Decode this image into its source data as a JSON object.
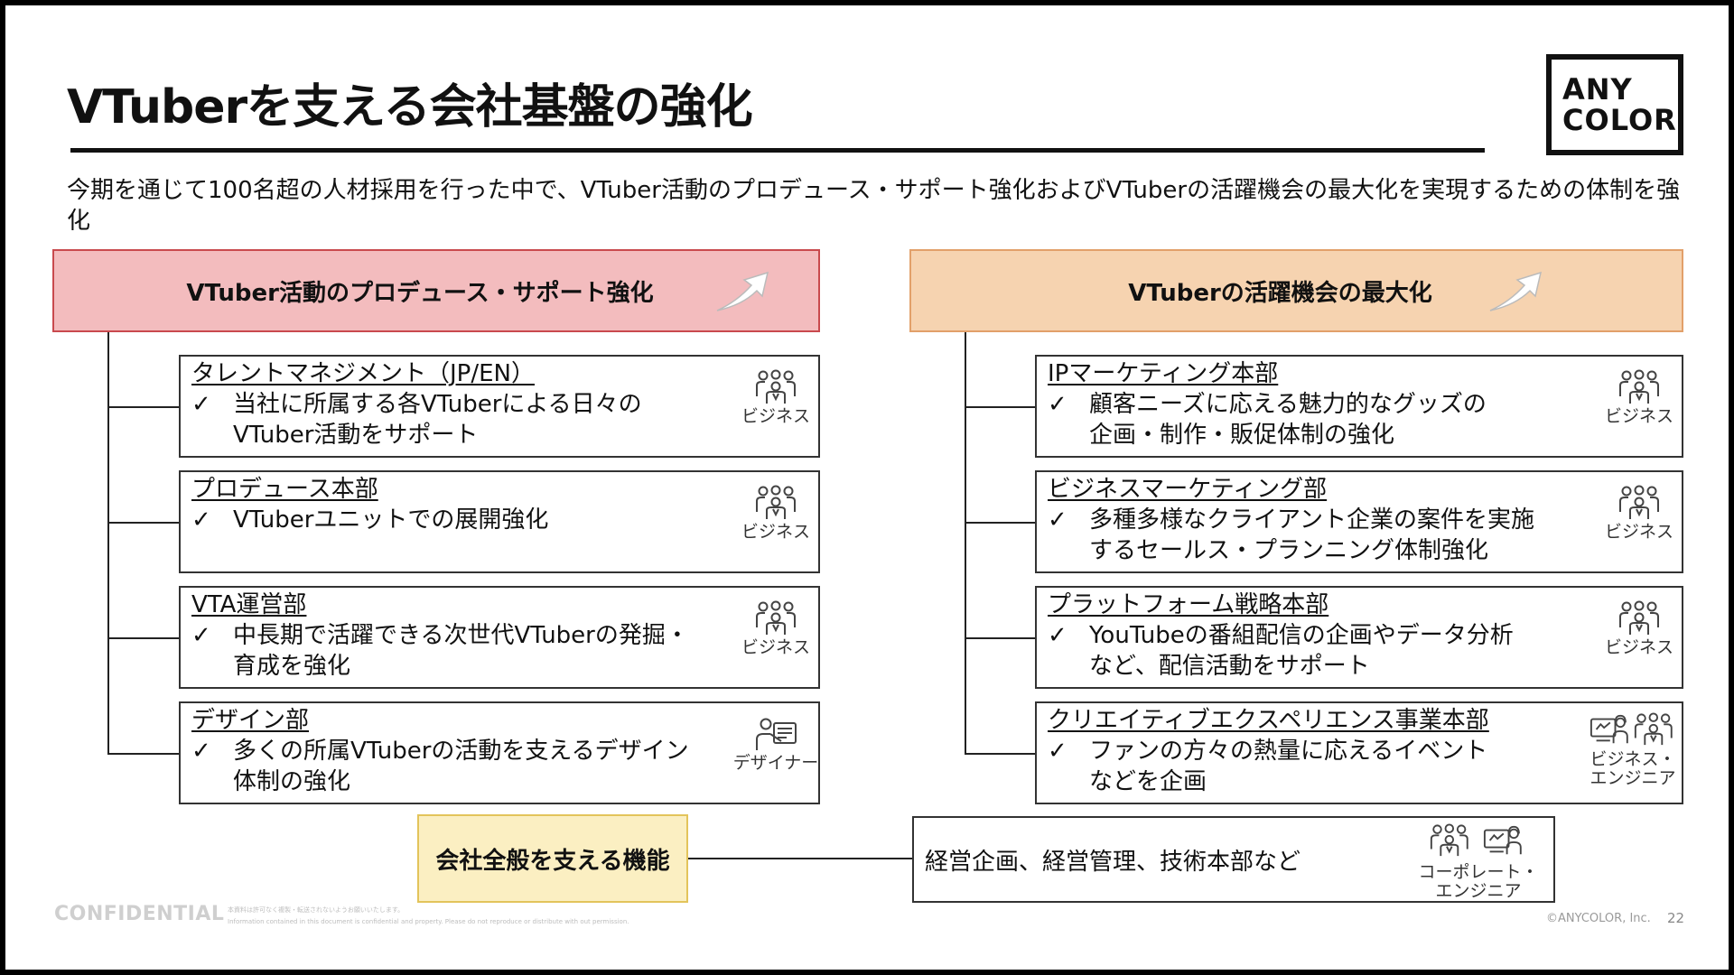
{
  "title": "VTuberを支える会社基盤の強化",
  "logo": {
    "line1": "ANY",
    "line2": "COLOR"
  },
  "lead": "今期を通じて100名超の人材採用を行った中で、VTuber活動のプロデュース・サポート強化およびVTuberの活躍機会の最大化を実現するための体制を強化",
  "left_header": "VTuber活動のプロデュース・サポート強化",
  "right_header": "VTuberの活躍機会の最大化",
  "check_mark": "✓",
  "left_cards": [
    {
      "title": "タレントマネジメント（JP/EN）",
      "lines": [
        "当社に所属する各VTuberによる日々の",
        "VTuber活動をサポート"
      ],
      "role": "ビジネス",
      "icon": "people-icon"
    },
    {
      "title": "プロデュース本部",
      "lines": [
        "VTuberユニットでの展開強化"
      ],
      "role": "ビジネス",
      "icon": "people-icon"
    },
    {
      "title": "VTA運営部",
      "lines": [
        "中長期で活躍できる次世代VTuberの発掘・",
        "育成を強化"
      ],
      "role": "ビジネス",
      "icon": "people-icon"
    },
    {
      "title": "デザイン部",
      "lines": [
        "多くの所属VTuberの活動を支えるデザイン",
        "体制の強化"
      ],
      "role": "デザイナー",
      "icon": "designer-icon"
    }
  ],
  "right_cards": [
    {
      "title": "IPマーケティング本部",
      "lines": [
        "顧客ニーズに応える魅力的なグッズの",
        "企画・制作・販促体制の強化"
      ],
      "role": "ビジネス",
      "icon": "people-icon"
    },
    {
      "title": "ビジネスマーケティング部",
      "lines": [
        "多種多様なクライアント企業の案件を実施",
        "するセールス・プランニング体制強化"
      ],
      "role": "ビジネス",
      "icon": "people-icon"
    },
    {
      "title": "プラットフォーム戦略本部",
      "lines": [
        "YouTubeの番組配信の企画やデータ分析",
        "など、配信活動をサポート"
      ],
      "role": "ビジネス",
      "icon": "people-icon"
    },
    {
      "title": "クリエイティブエクスペリエンス事業本部",
      "lines": [
        "ファンの方々の熱量に応えるイベント",
        "などを企画"
      ],
      "role_lines": [
        "ビジネス・",
        "エンジニア"
      ],
      "icon": "engineer-business-icon"
    }
  ],
  "corporate": {
    "label": "会社全般を支える機能",
    "text": "経営企画、経営管理、技術本部など",
    "role_lines": [
      "コーポレート・",
      "エンジニア"
    ]
  },
  "footer": {
    "confidential": "CONFIDENTIAL",
    "legal_line1": "本資料は許可なく複製・転送されないようお願いいたします。",
    "legal_line2": "Information contained in this document is confidential and property. Please do not reproduce or distribute with out permission.",
    "copyright": "©ANYCOLOR, Inc.",
    "page": "22"
  }
}
